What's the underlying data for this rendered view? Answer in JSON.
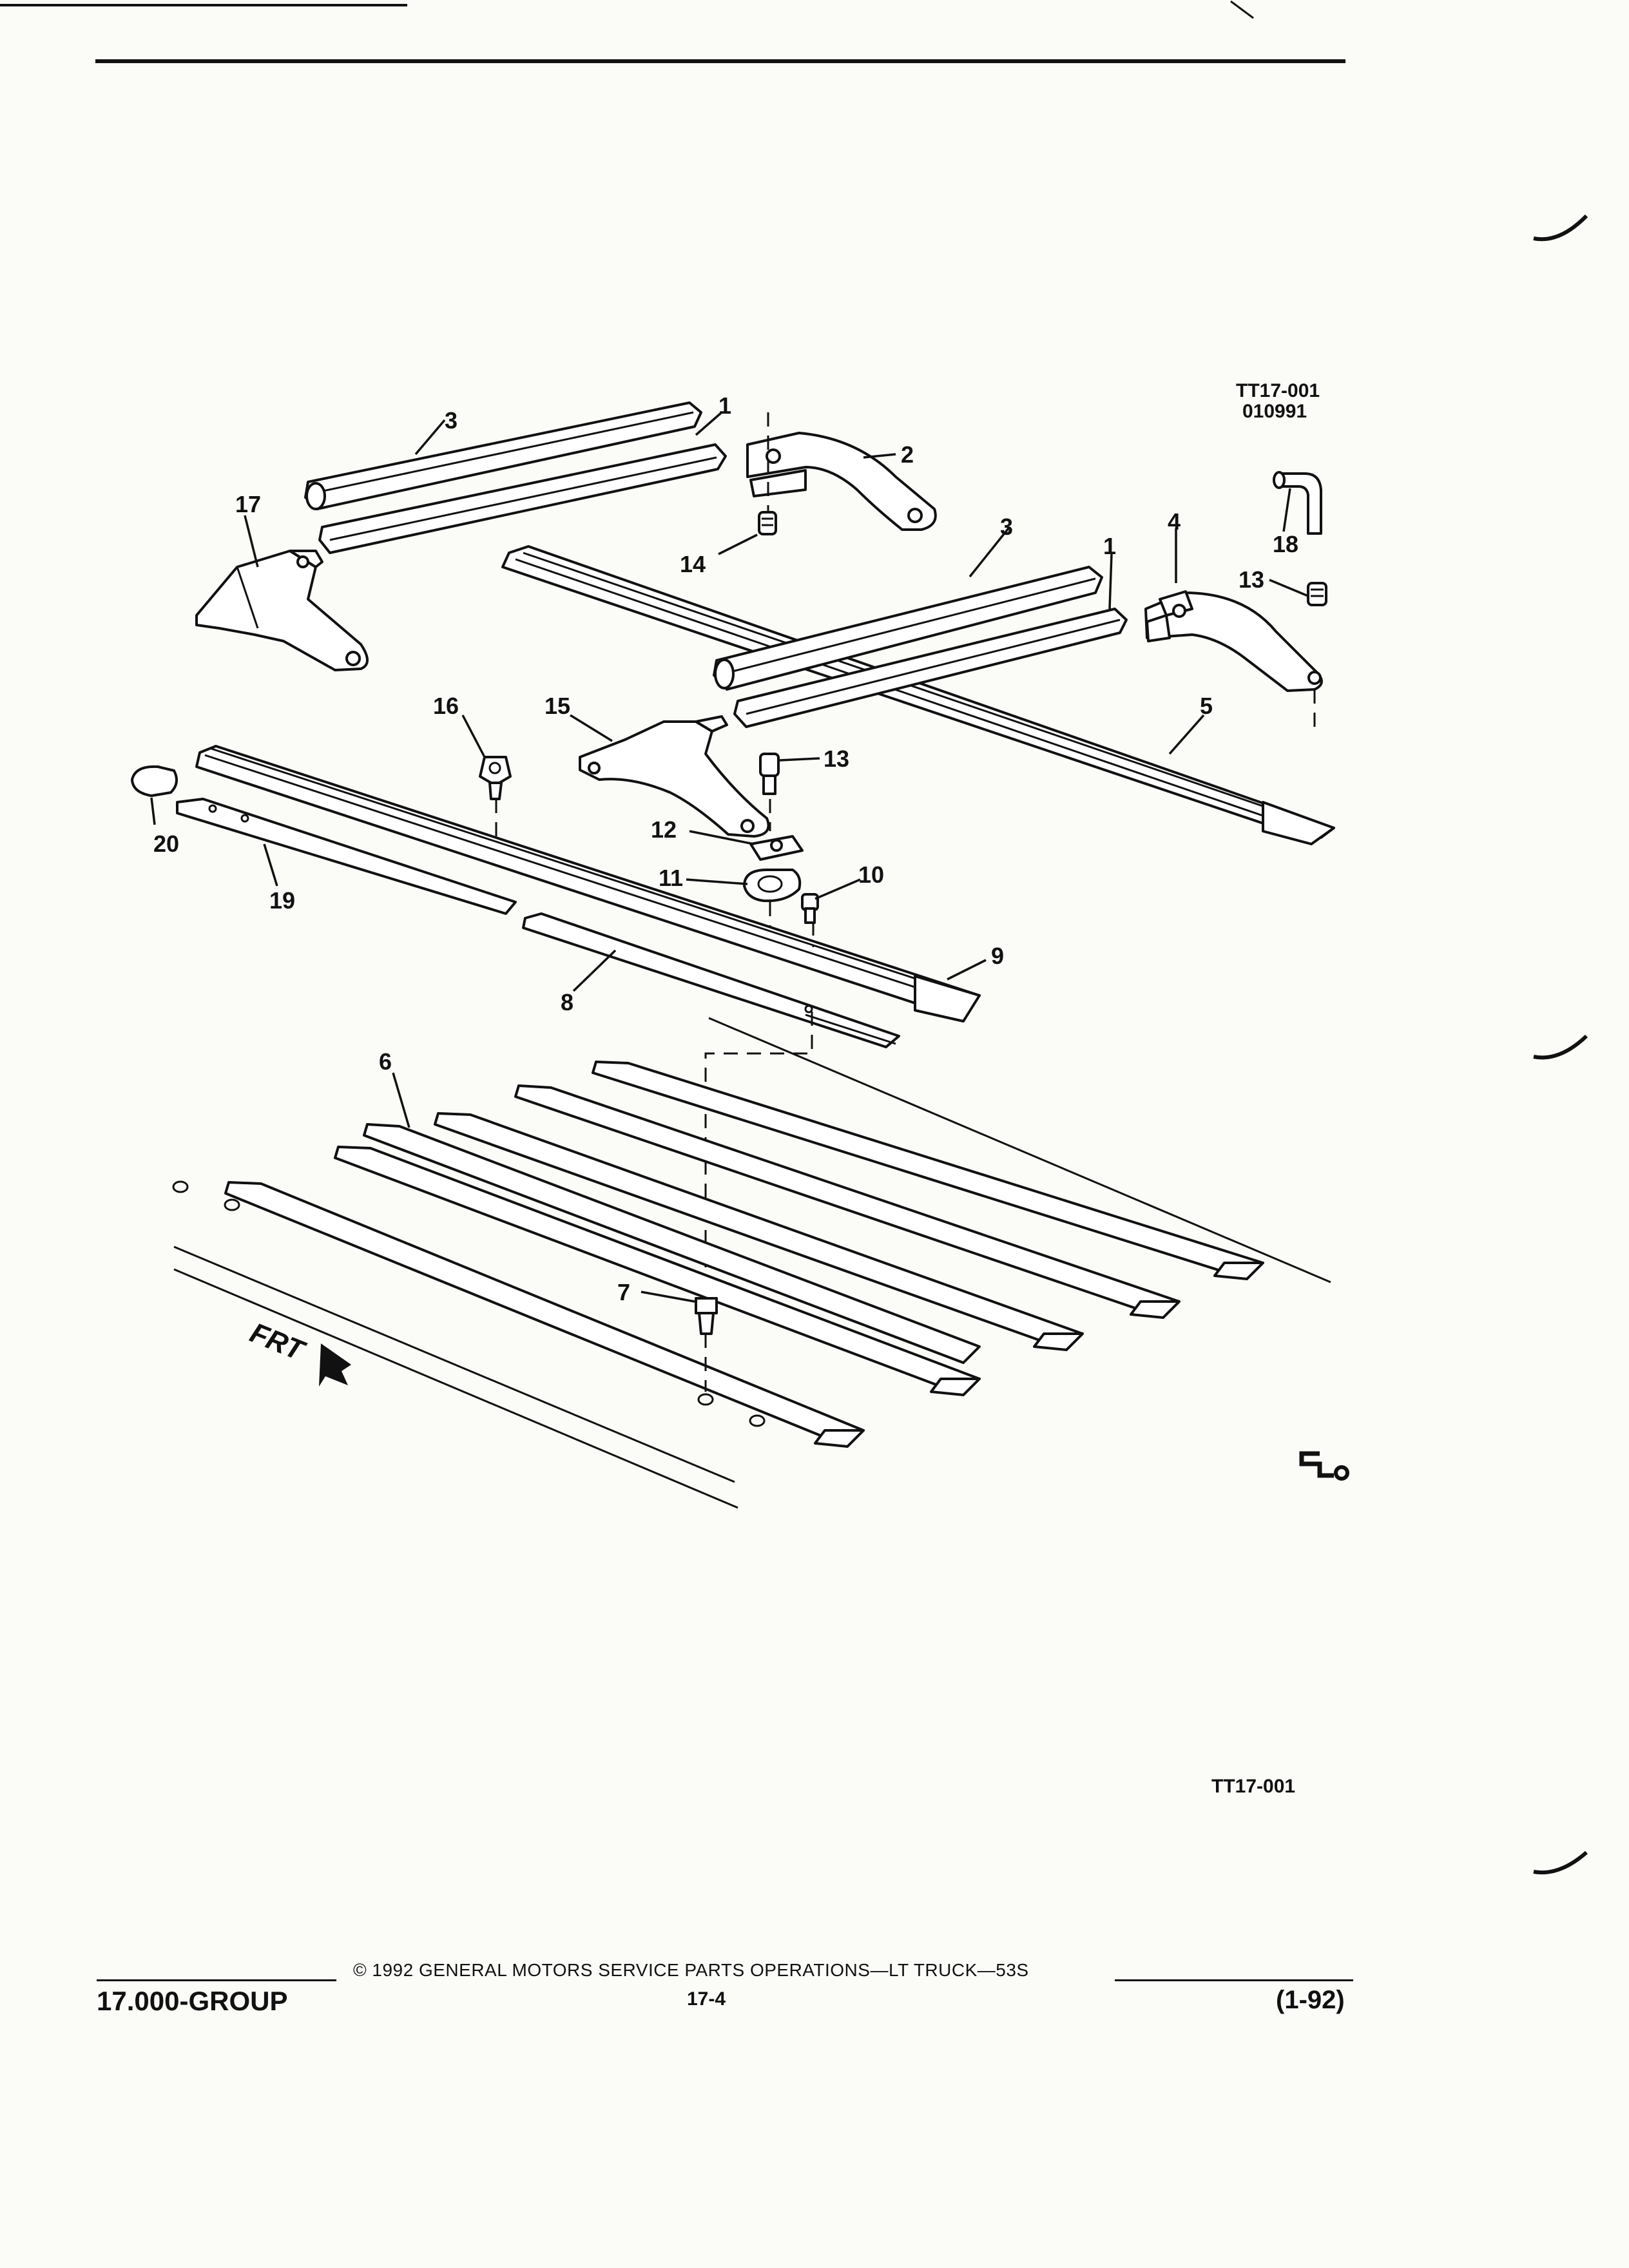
{
  "figure": {
    "code_top": "TT17-001",
    "code_date": "010991",
    "code_bottom": "TT17-001",
    "direction_label": "FRT"
  },
  "callouts": [
    "1",
    "2",
    "3",
    "4",
    "5",
    "6",
    "7",
    "8",
    "9",
    "10",
    "11",
    "12",
    "13",
    "14",
    "15",
    "16",
    "17",
    "18",
    "19",
    "20"
  ],
  "footer": {
    "copyright": "© 1992  GENERAL MOTORS SERVICE PARTS OPERATIONS—LT TRUCK—53S",
    "group": "17.000-GROUP",
    "page": "17-4",
    "revision": "(1-92)"
  }
}
